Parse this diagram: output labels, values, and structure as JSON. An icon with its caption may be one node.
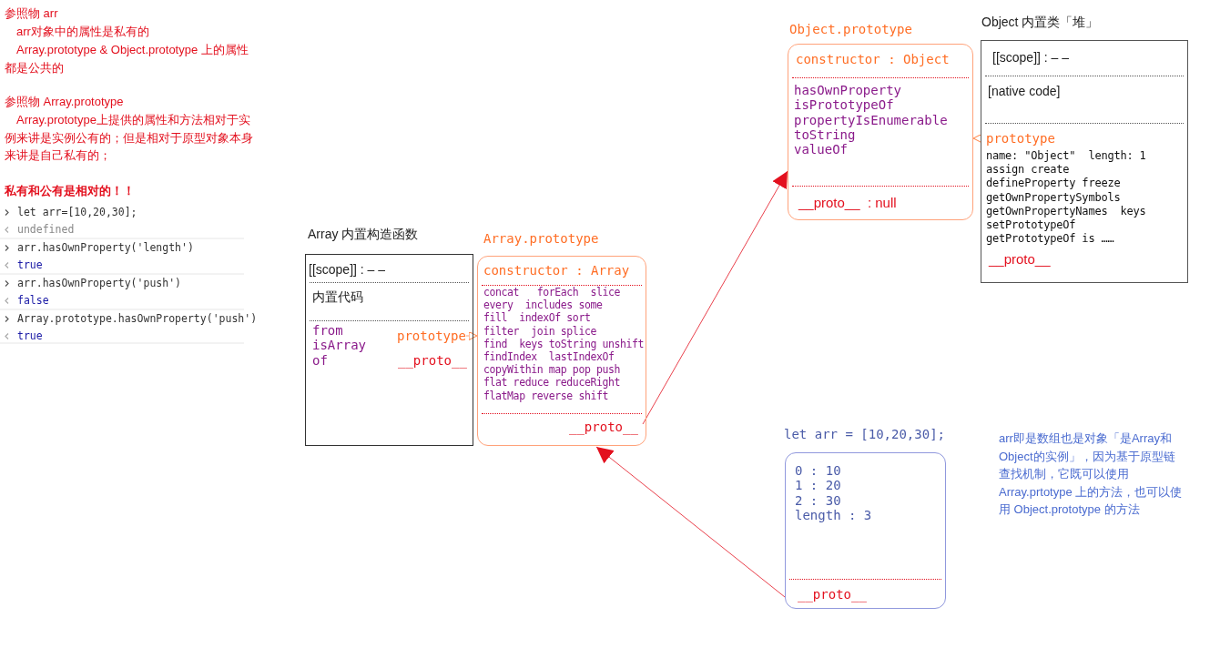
{
  "diagram": {
    "nodes": [
      {
        "text": [
          "Array 内置构造函数",
          "[[scope]] : – –",
          "内置代码",
          "from",
          "isArray",
          "of",
          "prototype",
          "__proto__"
        ]
      },
      {
        "text": [
          "Array.prototype",
          "constructor : Array",
          "concat   forEach  slice",
          "every  includes some",
          "fill  indexOf sort",
          "filter  join splice",
          "find  keys toString unshift",
          "findIndex  lastIndexOf",
          "copyWithin map pop push",
          "flat reduce reduceRight",
          "flatMap reverse shift",
          "__proto__"
        ]
      },
      {
        "text": [
          "Object.prototype",
          "constructor : Object",
          "hasOwnProperty",
          "isPrototypeOf",
          "propertyIsEnumerable",
          "toString",
          "valueOf",
          "__proto__  : null"
        ]
      },
      {
        "text": [
          "Object 内置类「堆」",
          "[[scope]] : – –",
          "[native code]",
          "prototype",
          "name: \"Object\"  length: 1",
          "assign create",
          "defineProperty freeze",
          "getOwnPropertySymbols",
          "getOwnPropertyNames  keys",
          "setPrototypeOf",
          "getPrototypeOf is ……",
          "__proto__"
        ]
      },
      {
        "text": [
          "let arr = [10,20,30];",
          "0 : 10",
          "1 : 20",
          "2 : 30",
          "length : 3",
          "__proto__"
        ]
      }
    ],
    "edges": [
      {
        "from": 0,
        "to": 1,
        "arrow": "to",
        "color": "#ff8a50"
      },
      {
        "from": 3,
        "to": 2,
        "arrow": "to",
        "color": "#ff8a50"
      },
      {
        "from": 4,
        "to": 1,
        "arrow": "to",
        "color": "#e3101e"
      },
      {
        "from": 1,
        "to": 2,
        "arrow": "to",
        "color": "#e3101e"
      }
    ],
    "labels": [
      "参照物 arr",
      "arr对象中的属性是私有的",
      "Array.prototype & Object.prototype 上的属性都是公共的",
      "参照物 Array.prototype",
      "Array.prototype上提供的属性和方法相对于实例来讲是实例公有的；但是相对于原型对象本身来讲是自己私有的；",
      "私有和公有是相对的！！",
      "let arr=[10,20,30];",
      "undefined",
      "arr.hasOwnProperty('length')",
      "true",
      "arr.hasOwnProperty('push')",
      "false",
      "Array.prototype.hasOwnProperty('push')",
      "true",
      "arr即是数组也是对象「是Array和Object的实例」，因为基于原型链查找机制，它既可以使用Array.prtotype 上的方法，也可以使用 Object.prototype 的方法"
    ]
  }
}
